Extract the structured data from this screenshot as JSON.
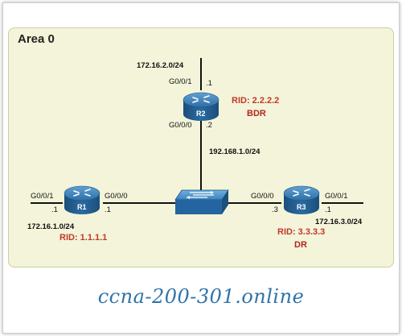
{
  "area": {
    "title": "Area 0"
  },
  "r2": {
    "name": "R2",
    "rid": "RID: 2.2.2.2",
    "role": "BDR",
    "top_network": "172.16.2.0/24",
    "top_iface": "G0/0/1",
    "top_host": ".1",
    "bottom_iface": "G0/0/0",
    "bottom_host": ".2"
  },
  "lan": {
    "network": "192.168.1.0/24"
  },
  "r1": {
    "name": "R1",
    "rid": "RID: 1.1.1.1",
    "left_iface": "G0/0/1",
    "left_host": ".1",
    "right_iface": "G0/0/0",
    "right_host": ".1",
    "network": "172.16.1.0/24"
  },
  "r3": {
    "name": "R3",
    "rid": "RID: 3.3.3.3",
    "role": "DR",
    "left_iface": "G0/0/0",
    "left_host": ".3",
    "right_iface": "G0/0/1",
    "right_host": ".1",
    "network": "172.16.3.0/24"
  },
  "site": {
    "label": "ccna-200-301.online"
  },
  "colors": {
    "area_fill": "#f3f4d9",
    "router_blue": "#1f5f94",
    "rid_red": "#c0392b",
    "site_blue": "#2f74a8"
  }
}
